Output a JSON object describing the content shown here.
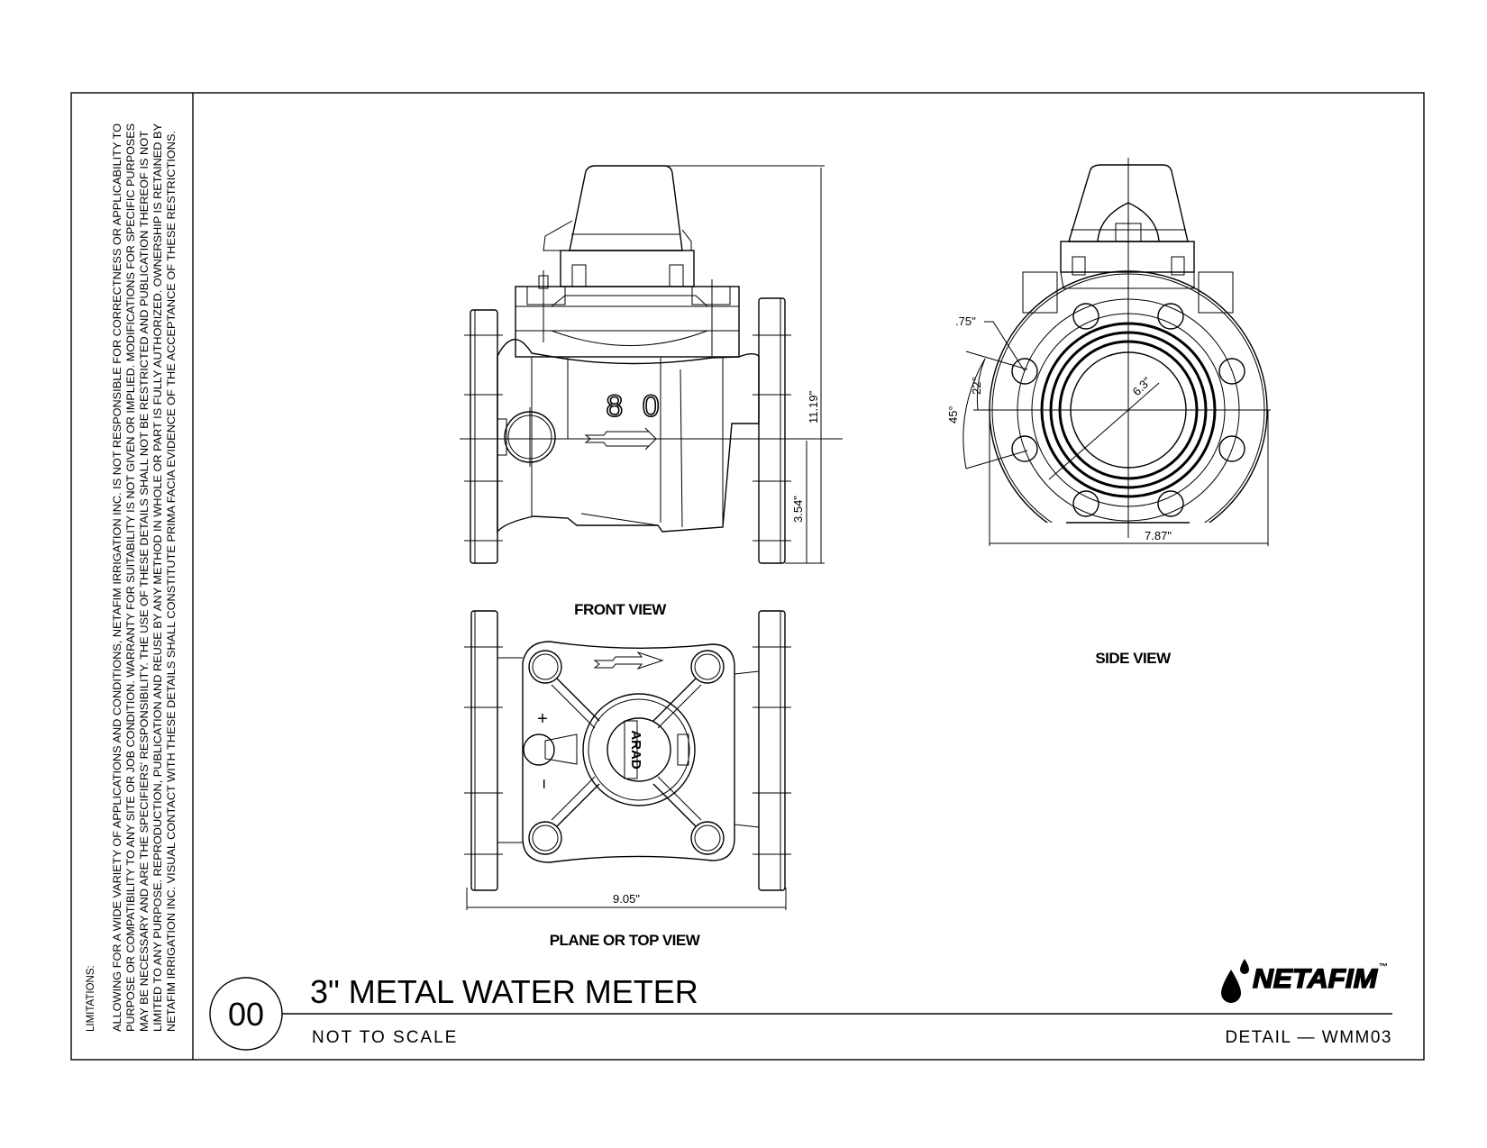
{
  "sheet": {
    "title": "3\" METAL WATER METER",
    "detail_number": "00",
    "scale_note": "NOT TO SCALE",
    "detail_ref": "DETAIL — WMM03",
    "logo_text": "NETAFIM",
    "logo_tm": "™"
  },
  "limitations": {
    "heading": "LIMITATIONS:",
    "lines": [
      "ALLOWING FOR A WIDE VARIETY OF APPLICATIONS AND CONDITIONS, NETAFIM IRRIGATION INC. IS NOT RESPONSIBLE FOR CORRECTNESS OR APPLICABILITY TO",
      "PURPOSE OR COMPATIBILITY TO ANY SITE OR JOB CONDITION. WARRANTY FOR SUITABILITY IS NOT GIVEN OR IMPLIED. MODIFICATIONS FOR SPECIFIC PURPOSES",
      "MAY BE NECESSARY AND ARE THE SPECIFIERS' RESPONSIBILITY. THE USE OF THESE DETAILS SHALL NOT BE RESTRICTED AND PUBLICATION THEREOF IS NOT",
      "LIMITED TO ANY PURPOSE.  REPRODUCTION, PUBLICATION AND REUSE BY ANY METHOD IN WHOLE OR PART IS FULLY AUTHORIZED. OWNERSHIP IS RETAINED BY",
      "NETAFIM IRRIGATION INC.  VISUAL CONTACT WITH THESE DETAILS SHALL CONSTITUTE PRIMA FACIA EVIDENCE OF THE ACCEPTANCE OF THESE RESTRICTIONS."
    ]
  },
  "views": {
    "front": {
      "label": "FRONT VIEW",
      "body_marking": "8 0",
      "dim_height": "11.19\"",
      "dim_centerline": "3.54\""
    },
    "side": {
      "label": "SIDE VIEW",
      "dim_width": "7.87\"",
      "dim_bolt_hole": ".75\"",
      "dim_bolt_circle": "6.3\"",
      "angle_small": "22°",
      "angle_large": "45°"
    },
    "top": {
      "label": "PLANE OR TOP VIEW",
      "dim_length": "9.05\"",
      "register_brand": "ARAD",
      "plus": "+",
      "minus": "−"
    }
  }
}
